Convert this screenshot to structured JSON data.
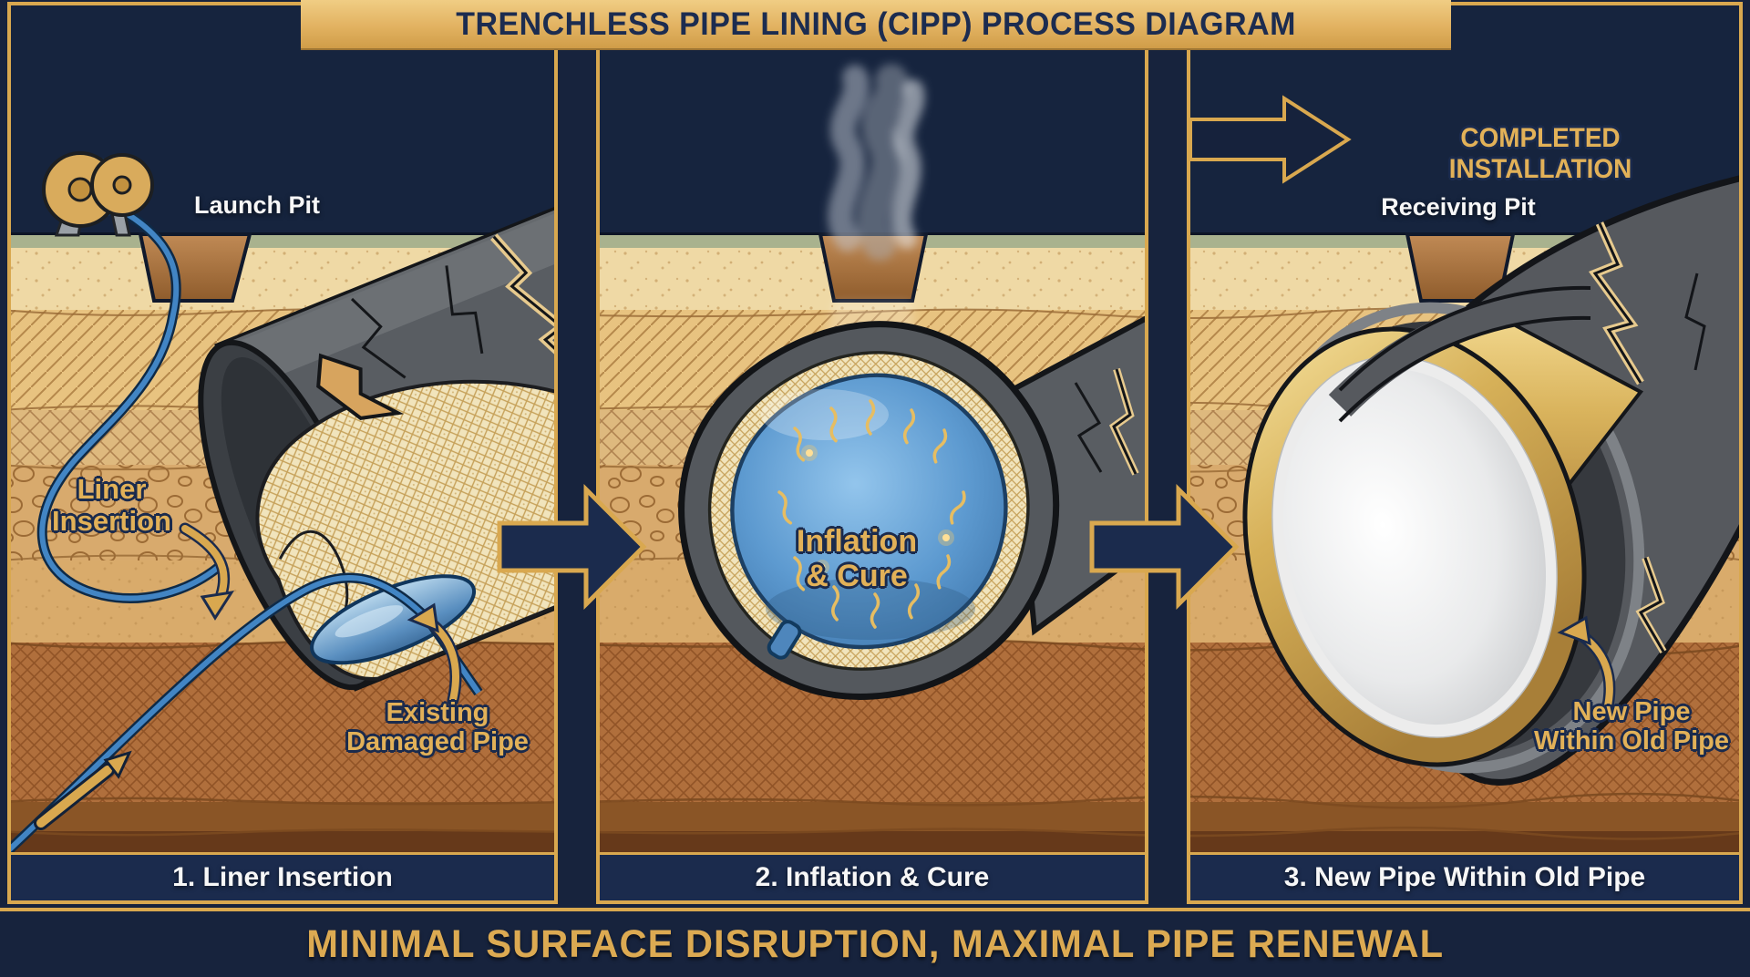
{
  "title_banner": {
    "text": "TRENCHLESS PIPE LINING (CIPP) PROCESS DIAGRAM"
  },
  "footer_banner": {
    "text": "MINIMAL SURFACE DISRUPTION, MAXIMAL PIPE RENEWAL"
  },
  "panels": [
    {
      "id": "liner-insertion",
      "caption": "1. Liner Insertion",
      "labels": {
        "pit": "Launch Pit",
        "callout_line1": "Liner",
        "callout_line2": "Insertion",
        "damaged_line1": "Existing",
        "damaged_line2": "Damaged Pipe"
      }
    },
    {
      "id": "inflation-cure",
      "caption": "2. Inflation & Cure",
      "labels": {
        "callout_line1": "Inflation",
        "callout_line2": "& Cure"
      }
    },
    {
      "id": "new-pipe-within-old-pipe",
      "caption": "3. New Pipe Within Old Pipe",
      "labels": {
        "completed": "COMPLETED INSTALLATION",
        "pit": "Receiving Pit",
        "callout_line1": "New Pipe",
        "callout_line2": "Within Old Pipe"
      }
    }
  ],
  "icons": {
    "cable_spool_icon": "reel of blue liner cable on stand",
    "flow_arrow_icon": "navy right-arrow with gold outline",
    "completed_arrow_icon": "gold outlined right-arrow",
    "steam_icon": "rising steam wisps",
    "heat_squiggle_icon": "gold wavy heat lines",
    "curved_arrow_icon": "gold curved pointer arrow"
  },
  "colors": {
    "background_navy": "#17233d",
    "sky_navy": "#16243e",
    "banner_gold": "#e2b261",
    "accent_gold": "#d9a84f",
    "label_gold": "#e2b158",
    "caption_navy": "#1b2b4d",
    "white_text": "#f7f7f7",
    "sand": "#efd9a5",
    "deep_soil_brown": "#b06f3c",
    "pipe_gray": "#595d62",
    "liner_cream": "#f1e4bc",
    "water_blue": "#5a8fc0",
    "balloon_blue": "#5d9ad0",
    "new_pipe_gold": "#d8b356"
  }
}
